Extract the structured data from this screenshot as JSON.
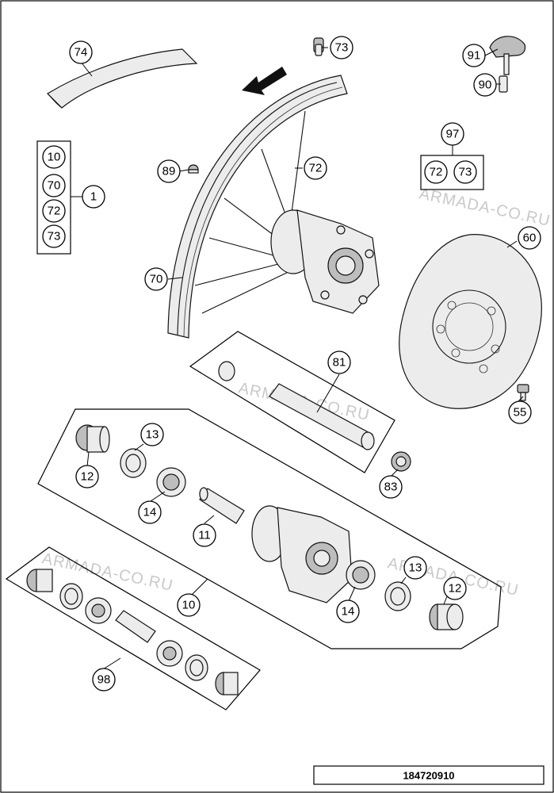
{
  "diagram": {
    "reference_number": "184720910",
    "watermark": "ARMADA-CO.RU",
    "callouts": {
      "c74": "74",
      "c73_top": "73",
      "c91": "91",
      "c90": "90",
      "c10_set": "10",
      "c70_set": "70",
      "c72_set": "72",
      "c73_set": "73",
      "c1": "1",
      "c89": "89",
      "c72_spoke": "72",
      "c97": "97",
      "c72_kit": "72",
      "c73_kit": "73",
      "c60": "60",
      "c70_rim": "70",
      "c81": "81",
      "c55": "55",
      "c83": "83",
      "c13_top": "13",
      "c12_top": "12",
      "c14_left": "14",
      "c11": "11",
      "c10_hub": "10",
      "c14_right": "14",
      "c13_right": "13",
      "c12_right": "12",
      "c98": "98"
    }
  }
}
